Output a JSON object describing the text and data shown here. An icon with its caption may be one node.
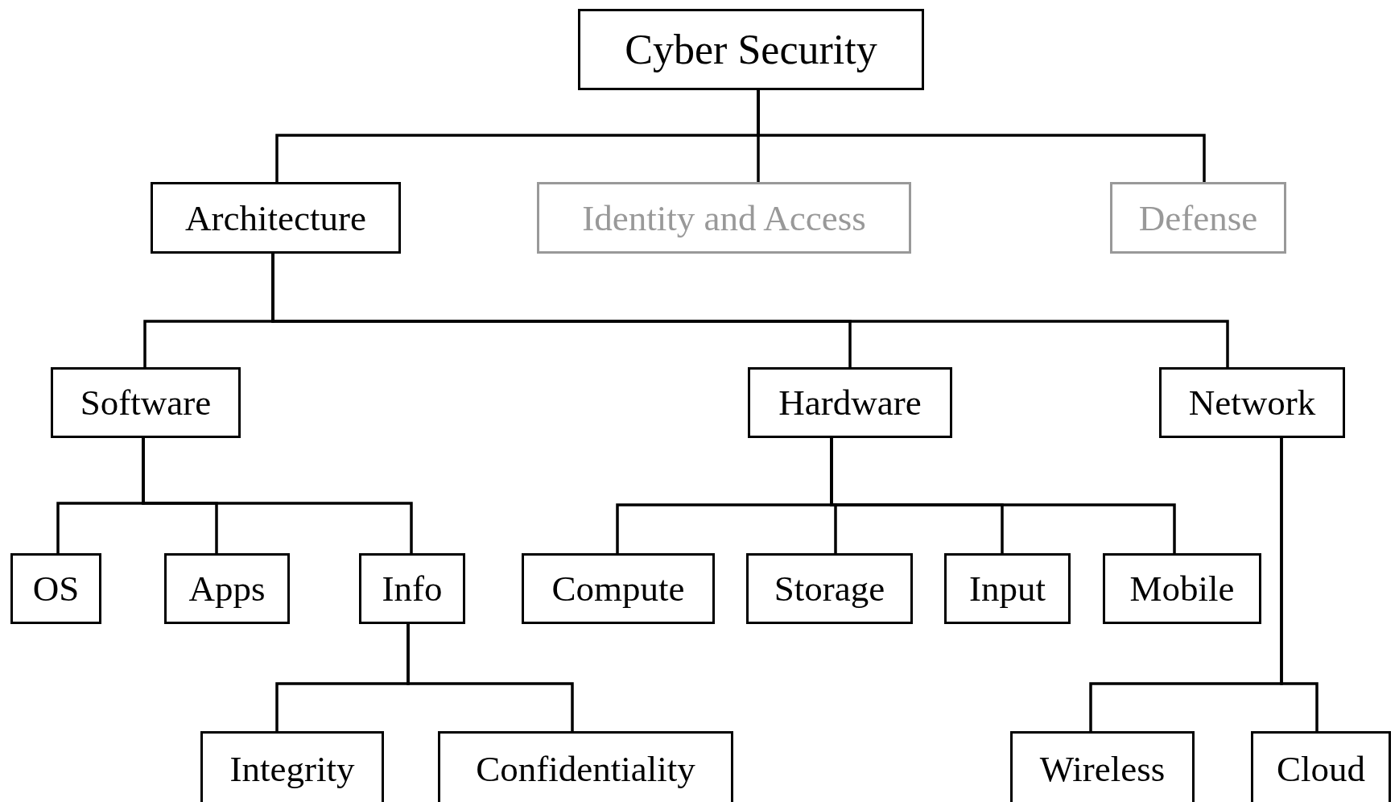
{
  "diagram": {
    "nodes": [
      {
        "text": [
          "Cyber Security"
        ]
      },
      {
        "text": [
          "Architecture"
        ]
      },
      {
        "text": [
          "Identity and Access"
        ]
      },
      {
        "text": [
          "Defense"
        ]
      },
      {
        "text": [
          "Software"
        ]
      },
      {
        "text": [
          "Hardware"
        ]
      },
      {
        "text": [
          "Network"
        ]
      },
      {
        "text": [
          "OS"
        ]
      },
      {
        "text": [
          "Apps"
        ]
      },
      {
        "text": [
          "Info"
        ]
      },
      {
        "text": [
          "Compute"
        ]
      },
      {
        "text": [
          "Storage"
        ]
      },
      {
        "text": [
          "Input"
        ]
      },
      {
        "text": [
          "Mobile"
        ]
      },
      {
        "text": [
          "Integrity"
        ]
      },
      {
        "text": [
          "Confidentiality"
        ]
      },
      {
        "text": [
          "Wireless"
        ]
      },
      {
        "text": [
          "Cloud"
        ]
      }
    ],
    "edges": [
      {
        "from": 0,
        "to": 1,
        "arrow": "none"
      },
      {
        "from": 0,
        "to": 2,
        "arrow": "none"
      },
      {
        "from": 0,
        "to": 3,
        "arrow": "none"
      },
      {
        "from": 1,
        "to": 4,
        "arrow": "none"
      },
      {
        "from": 1,
        "to": 5,
        "arrow": "none"
      },
      {
        "from": 1,
        "to": 6,
        "arrow": "none"
      },
      {
        "from": 4,
        "to": 7,
        "arrow": "none"
      },
      {
        "from": 4,
        "to": 8,
        "arrow": "none"
      },
      {
        "from": 4,
        "to": 9,
        "arrow": "none"
      },
      {
        "from": 5,
        "to": 10,
        "arrow": "none"
      },
      {
        "from": 5,
        "to": 11,
        "arrow": "none"
      },
      {
        "from": 5,
        "to": 12,
        "arrow": "none"
      },
      {
        "from": 5,
        "to": 13,
        "arrow": "none"
      },
      {
        "from": 9,
        "to": 14,
        "arrow": "none"
      },
      {
        "from": 9,
        "to": 15,
        "arrow": "none"
      },
      {
        "from": 6,
        "to": 16,
        "arrow": "none"
      },
      {
        "from": 6,
        "to": 17,
        "arrow": "none"
      }
    ]
  }
}
